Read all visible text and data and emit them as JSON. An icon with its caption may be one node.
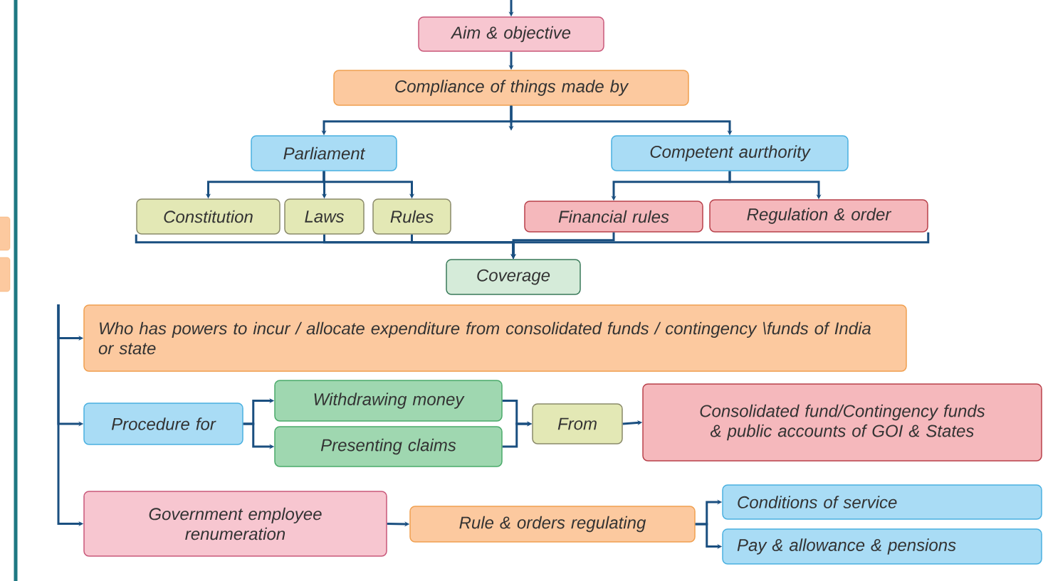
{
  "diagram": {
    "nodes": [
      {
        "text": [
          "Aim & objective"
        ]
      },
      {
        "text": [
          "Compliance of things made by"
        ]
      },
      {
        "text": [
          "Parliament"
        ]
      },
      {
        "text": [
          "Competent aurthority"
        ]
      },
      {
        "text": [
          "Constitution"
        ]
      },
      {
        "text": [
          "Laws"
        ]
      },
      {
        "text": [
          "Rules"
        ]
      },
      {
        "text": [
          "Financial rules"
        ]
      },
      {
        "text": [
          "Regulation & order"
        ]
      },
      {
        "text": [
          "Coverage"
        ]
      },
      {
        "text": [
          "Who has powers to incur / allocate expenditure from consolidated funds / contingency \\funds of India or state"
        ]
      },
      {
        "text": [
          "Procedure for"
        ]
      },
      {
        "text": [
          "Withdrawing money"
        ]
      },
      {
        "text": [
          "Presenting claims"
        ]
      },
      {
        "text": [
          "From"
        ]
      },
      {
        "text": [
          "Consolidated fund/Contingency funds & public accounts of GOI & States"
        ]
      },
      {
        "text": [
          "Government employee renumeration"
        ]
      },
      {
        "text": [
          "Rule & orders regulating"
        ]
      },
      {
        "text": [
          "Conditions of service"
        ]
      },
      {
        "text": [
          "Pay & allowance & pensions"
        ]
      }
    ],
    "edges": [
      {
        "from": null,
        "to": 0,
        "arrow": "to"
      },
      {
        "from": 0,
        "to": 1,
        "arrow": "to"
      },
      {
        "from": 1,
        "to": 2,
        "arrow": "to"
      },
      {
        "from": 1,
        "to": 3,
        "arrow": "to"
      },
      {
        "from": 1,
        "to": null,
        "arrow": "to"
      },
      {
        "from": 2,
        "to": 4,
        "arrow": "to"
      },
      {
        "from": 2,
        "to": 5,
        "arrow": "to"
      },
      {
        "from": 2,
        "to": 6,
        "arrow": "to"
      },
      {
        "from": 3,
        "to": 7,
        "arrow": "to"
      },
      {
        "from": 3,
        "to": 8,
        "arrow": "to"
      },
      {
        "from": 4,
        "to": 9,
        "arrow": "to"
      },
      {
        "from": 5,
        "to": 9,
        "arrow": "to"
      },
      {
        "from": 6,
        "to": 9,
        "arrow": "to"
      },
      {
        "from": 7,
        "to": 9,
        "arrow": "to"
      },
      {
        "from": 8,
        "to": 9,
        "arrow": "to"
      },
      {
        "from": null,
        "to": 10,
        "arrow": "to"
      },
      {
        "from": null,
        "to": 11,
        "arrow": "to"
      },
      {
        "from": null,
        "to": 16,
        "arrow": "to"
      },
      {
        "from": 11,
        "to": 12,
        "arrow": "to"
      },
      {
        "from": 11,
        "to": 13,
        "arrow": "to"
      },
      {
        "from": 12,
        "to": 14,
        "arrow": "to"
      },
      {
        "from": 13,
        "to": 14,
        "arrow": "to"
      },
      {
        "from": 14,
        "to": 15,
        "arrow": "to"
      },
      {
        "from": 16,
        "to": 17,
        "arrow": "to"
      },
      {
        "from": 17,
        "to": 18,
        "arrow": "to"
      },
      {
        "from": 17,
        "to": 19,
        "arrow": "to"
      }
    ]
  }
}
